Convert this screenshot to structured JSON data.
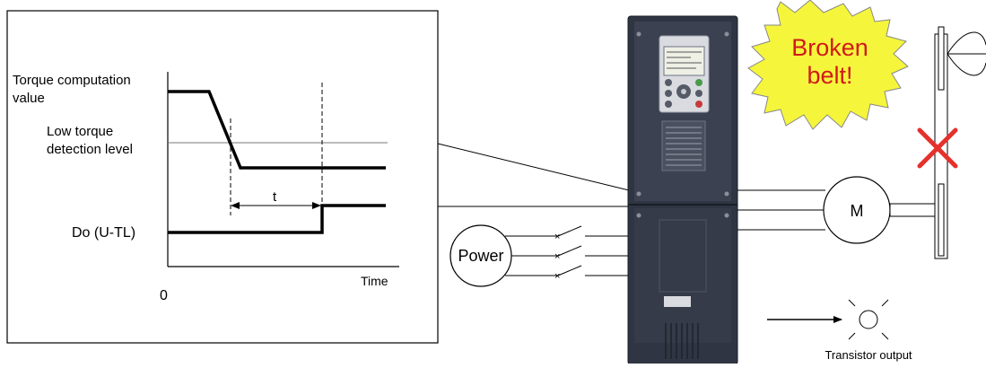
{
  "graph": {
    "torque_label_line1": "Torque computation",
    "torque_label_line2": "value",
    "low_torque_line1": "Low torque",
    "low_torque_line2": "detection level",
    "t_label": "t",
    "do_label": "Do (U-TL)",
    "origin_label": "0",
    "time_label": "Time"
  },
  "power_label": "Power",
  "motor_label": "M",
  "callout": {
    "line1": "Broken",
    "line2": "belt!",
    "fill_color": "#f5f53c",
    "text_color": "#d11a1a"
  },
  "transistor_label": "Transistor output",
  "colors": {
    "inverter_body": "#2f3542",
    "inverter_panel": "#3b4150",
    "cross": "#e5312c"
  }
}
